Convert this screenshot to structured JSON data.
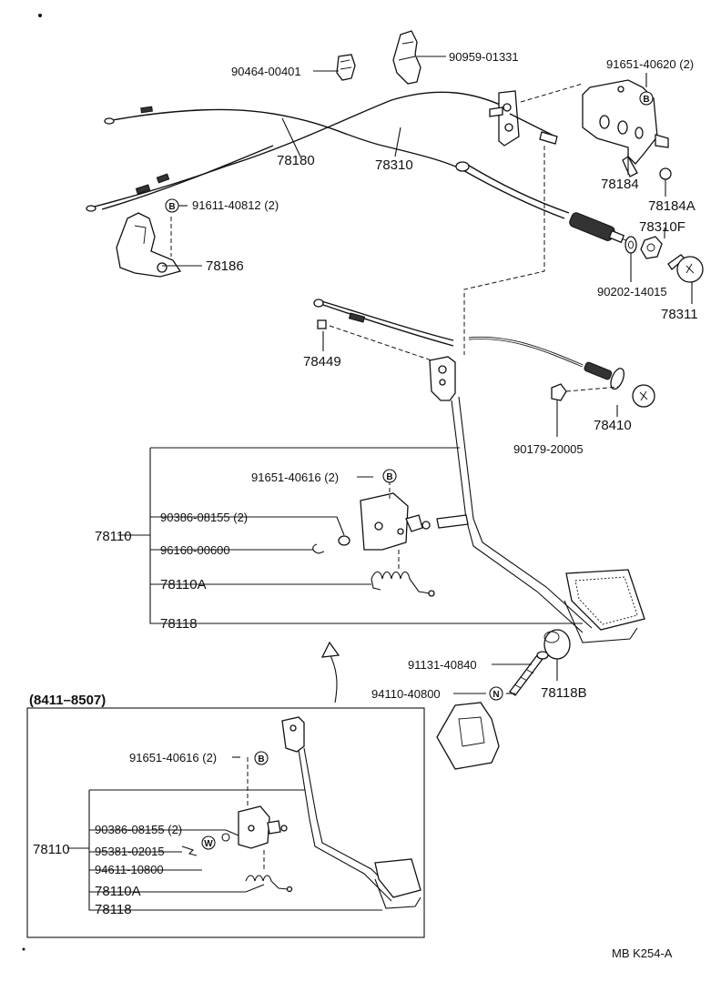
{
  "labels": {
    "p90464": "90464-00401",
    "p90959": "90959-01331",
    "p91651_40620": "91651-40620 (2)",
    "p78184": "78184",
    "p78184A": "78184A",
    "p78310F": "78310F",
    "p90202": "90202-14015",
    "p78311": "78311",
    "p78180": "78180",
    "p78310": "78310",
    "p91611": "91611-40812 (2)",
    "p78186": "78186",
    "p78449": "78449",
    "p78410": "78410",
    "p90179": "90179-20005",
    "p91651_40616": "91651-40616 (2)",
    "p90386": "90386-08155 (2)",
    "p96160": "96160-00600",
    "p78110A": "78110A",
    "p78118": "78118",
    "p78110": "78110",
    "p91131": "91131-40840",
    "p94110": "94110-40800",
    "p78118B": "78118B",
    "inset_title": "(8411–8507)",
    "i91651": "91651-40616 (2)",
    "i90386": "90386-08155 (2)",
    "i95381": "95381-02015",
    "i94611": "94611-10800",
    "i78110A": "78110A",
    "i78118": "78118",
    "i78110": "78110",
    "footer": "MB  K254-A"
  },
  "markers": {
    "B": "B",
    "N": "N",
    "W": "W"
  }
}
